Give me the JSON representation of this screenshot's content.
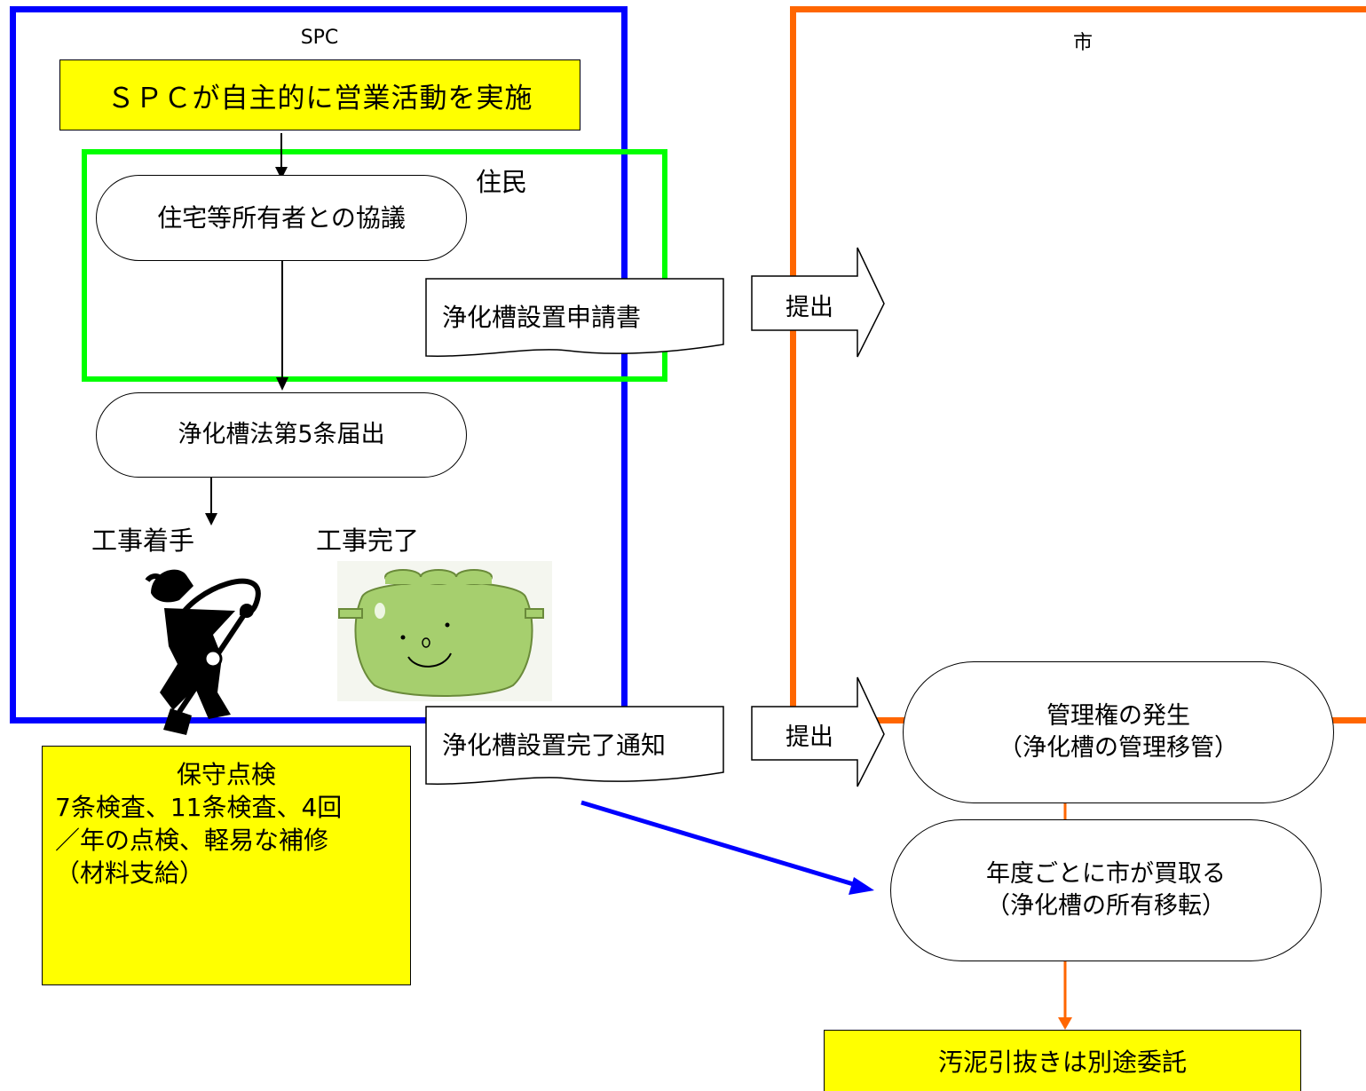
{
  "lanes": {
    "spc": "SPC",
    "city": "市",
    "resident": "住民"
  },
  "nodes": {
    "sales": "ＳＰＣが自主的に営業活動を実施",
    "consult": "住宅等所有者との協議",
    "notify5": "浄化槽法第5条届出",
    "start_work": "工事着手",
    "end_work": "工事完了",
    "doc_apply": "浄化槽設置申請書",
    "doc_complete": "浄化槽設置完了通知",
    "submit1": "提出",
    "submit2": "提出",
    "mgmt_line1": "管理権の発生",
    "mgmt_line2": "（浄化槽の管理移管）",
    "buy_line1": "年度ごとに市が買取る",
    "buy_line2": "（浄化槽の所有移転）",
    "maint_line1": "保守点検",
    "maint_line2": "7条検査、11条検査、4回",
    "maint_line3": "／年の点検、軽易な補修",
    "maint_line4": "（材料支給）",
    "sludge": "汚泥引抜きは別途委託"
  },
  "icons": {
    "worker": "worker-digging-icon",
    "tank": "septic-tank-icon"
  },
  "colors": {
    "spc_border": "#0000ff",
    "city_border": "#ff6600",
    "resident_border": "#00ff00",
    "highlight": "#ffff00",
    "flow_arrow": "#0000ff",
    "tank_green": "#a6cf6e"
  }
}
